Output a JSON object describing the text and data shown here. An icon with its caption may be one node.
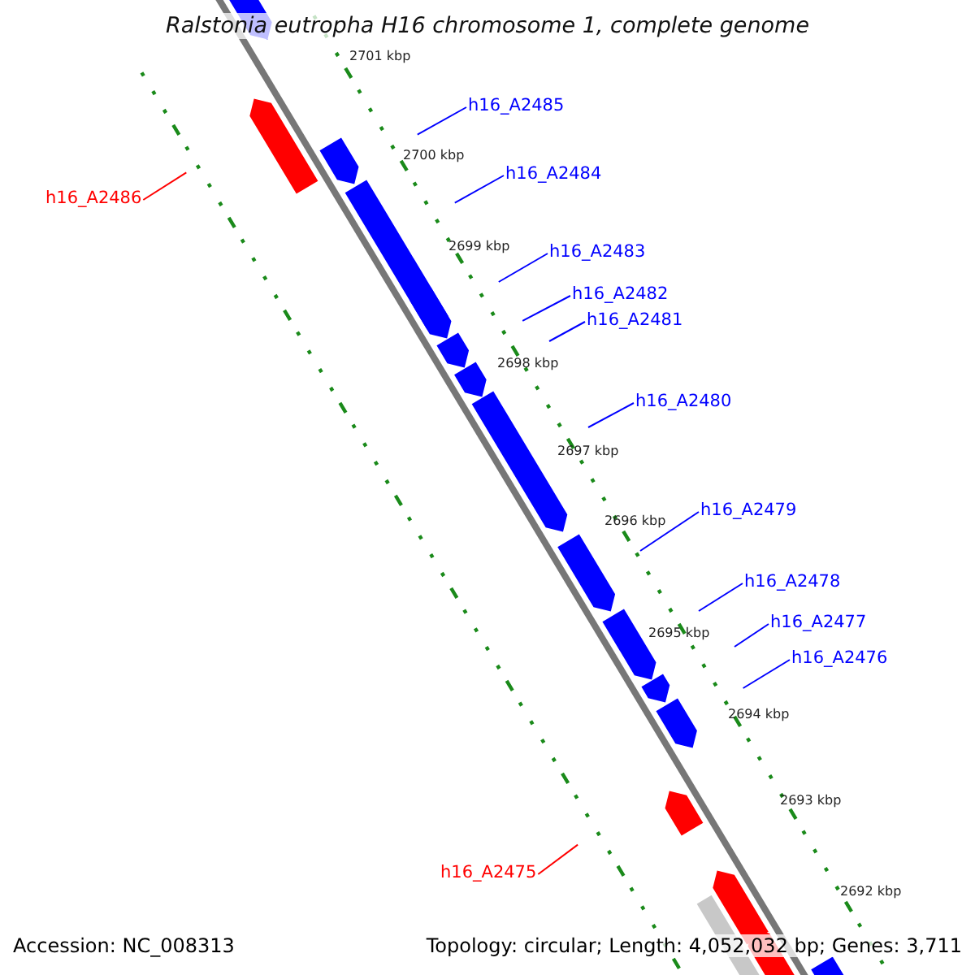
{
  "diagram": {
    "title": "Ralstonia eutropha H16 chromosome 1, complete genome",
    "nodes": [
      {
        "text": [
          "h16_A2485"
        ]
      },
      {
        "text": [
          "h16_A2484"
        ]
      },
      {
        "text": [
          "h16_A2486"
        ]
      },
      {
        "text": [
          "h16_A2483"
        ]
      },
      {
        "text": [
          "h16_A2482"
        ]
      },
      {
        "text": [
          "h16_A2481"
        ]
      },
      {
        "text": [
          "h16_A2480"
        ]
      },
      {
        "text": [
          "h16_A2479"
        ]
      },
      {
        "text": [
          "h16_A2478"
        ]
      },
      {
        "text": [
          "h16_A2477"
        ]
      },
      {
        "text": [
          "h16_A2476"
        ]
      },
      {
        "text": [
          "h16_A2475"
        ]
      }
    ],
    "edges": [
      {
        "from": 0,
        "to": null,
        "arrow": "none"
      },
      {
        "from": 1,
        "to": null,
        "arrow": "none"
      },
      {
        "from": 2,
        "to": null,
        "arrow": "none",
        "color": "#ff0000"
      },
      {
        "from": 3,
        "to": null,
        "arrow": "none"
      },
      {
        "from": 4,
        "to": null,
        "arrow": "none"
      },
      {
        "from": 5,
        "to": null,
        "arrow": "none"
      },
      {
        "from": 6,
        "to": null,
        "arrow": "none"
      },
      {
        "from": 7,
        "to": null,
        "arrow": "none"
      },
      {
        "from": 8,
        "to": null,
        "arrow": "none"
      },
      {
        "from": 9,
        "to": null,
        "arrow": "none"
      },
      {
        "from": 10,
        "to": null,
        "arrow": "none"
      },
      {
        "from": 11,
        "to": null,
        "arrow": "none",
        "color": "#ff0000"
      }
    ],
    "labels": [
      "2701 kbp",
      "2700 kbp",
      "2699 kbp",
      "2698 kbp",
      "2697 kbp",
      "2696 kbp",
      "2695 kbp",
      "2694 kbp",
      "2693 kbp",
      "2692 kbp",
      "Accession: NC_008313",
      "Topology: circular; Length: 4,052,032 bp; Genes: 3,711"
    ]
  }
}
